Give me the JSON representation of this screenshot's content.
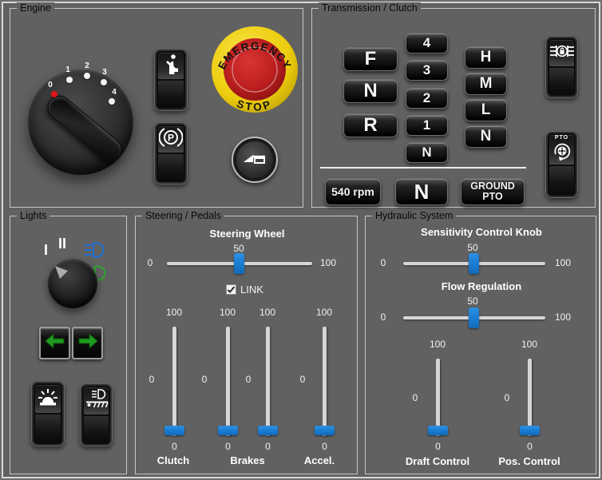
{
  "colors": {
    "background": "#616161",
    "accent_blue": "#1b7fd5",
    "emergency_yellow": "#edcd0e",
    "emergency_red": "#bc1f1f",
    "signal_green": "#1f9b1f",
    "beam_blue": "#1d6fd6",
    "beam_green": "#2fa42f"
  },
  "engine": {
    "title": "Engine",
    "ignition": {
      "labels": [
        "0",
        "1",
        "2",
        "3",
        "4"
      ],
      "current": "0"
    },
    "emergency": {
      "top": "EMERGENCY",
      "bottom": "STOP"
    }
  },
  "transmission": {
    "title": "Transmission / Clutch",
    "direction": [
      "F",
      "N",
      "R"
    ],
    "gears": [
      "4",
      "3",
      "2",
      "1",
      "N"
    ],
    "ranges": [
      "H",
      "M",
      "L",
      "N"
    ],
    "rpm_button": "540 rpm",
    "neutral_button": "N",
    "ground_pto_button": "GROUND\nPTO",
    "pto_switch_label": "PTO"
  },
  "lights": {
    "title": "Lights",
    "knob": {
      "pos1": "I",
      "pos2": "II"
    }
  },
  "steering": {
    "title": "Steering / Pedals",
    "wheel": {
      "label": "Steering Wheel",
      "value": "50",
      "min": "0",
      "max": "100"
    },
    "link": {
      "label": "LINK",
      "checked": true
    },
    "scale": {
      "min": "0",
      "max": "100"
    },
    "pedals": [
      {
        "value": "0"
      },
      {
        "value": "0"
      },
      {
        "value": "0"
      },
      {
        "value": "0"
      }
    ],
    "pedal_labels": [
      "Clutch",
      "Brakes",
      "Accel."
    ]
  },
  "hydraulic": {
    "title": "Hydraulic System",
    "sensitivity": {
      "label": "Sensitivity Control Knob",
      "value": "50",
      "min": "0",
      "max": "100"
    },
    "flow": {
      "label": "Flow Regulation",
      "value": "50",
      "min": "0",
      "max": "100"
    },
    "scale": {
      "min": "0",
      "max": "100"
    },
    "draft": {
      "label": "Draft Control",
      "value": "0"
    },
    "position": {
      "label": "Pos. Control",
      "value": "0"
    }
  }
}
